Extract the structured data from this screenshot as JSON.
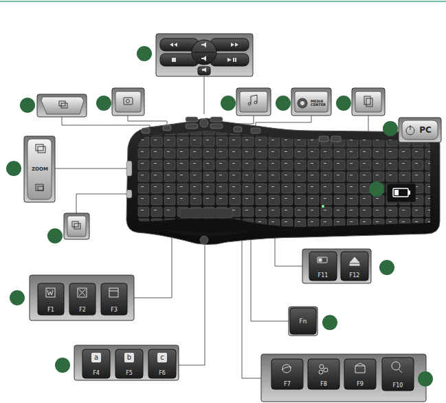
{
  "diagram": {
    "nodes": [
      {
        "text": [
          "MEDIA CENTER"
        ]
      },
      {
        "text": [
          "PC"
        ]
      },
      {
        "text": [
          "ZOOM"
        ]
      },
      {
        "text": [
          "F11"
        ]
      },
      {
        "text": [
          "F12"
        ]
      },
      {
        "text": [
          "F1"
        ]
      },
      {
        "text": [
          "F2"
        ]
      },
      {
        "text": [
          "F3"
        ]
      },
      {
        "text": [
          "Fn"
        ]
      },
      {
        "text": [
          "a",
          "F4"
        ]
      },
      {
        "text": [
          "b",
          "F5"
        ]
      },
      {
        "text": [
          "c",
          "F6"
        ]
      },
      {
        "text": [
          "F7"
        ]
      },
      {
        "text": [
          "F8"
        ]
      },
      {
        "text": [
          "F9"
        ]
      },
      {
        "text": [
          "F10"
        ]
      }
    ]
  }
}
